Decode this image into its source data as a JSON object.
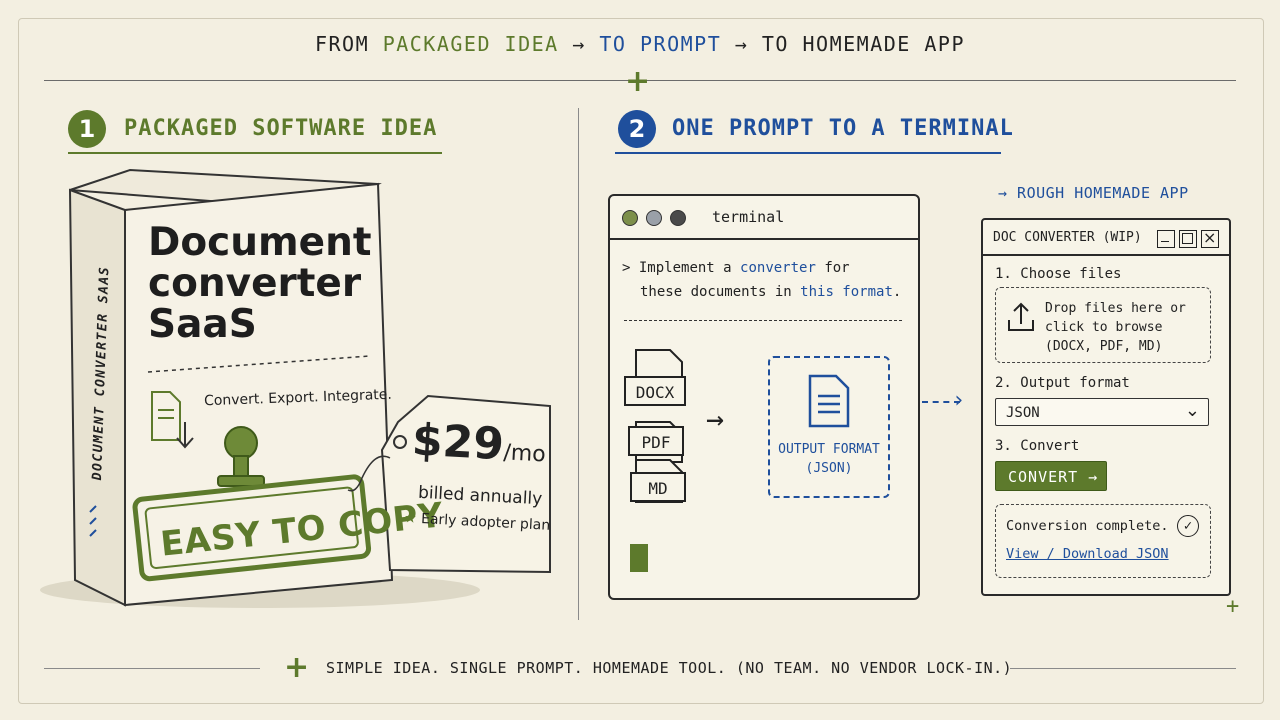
{
  "header": {
    "part1": "FROM",
    "part2": "PACKAGED IDEA",
    "arrow1": "→",
    "part3": "TO PROMPT",
    "arrow2": "→",
    "part4": "TO HOMEMADE APP"
  },
  "section1": {
    "number": "1",
    "title": "PACKAGED SOFTWARE IDEA",
    "box_spine": "DOCUMENT CONVERTER SAAS",
    "box_title_l1": "Document",
    "box_title_l2": "converter",
    "box_title_l3": "SaaS",
    "box_tagline": "Convert. Export. Integrate.",
    "stamp": "EASY TO COPY",
    "price": "$29",
    "price_unit": "/mo",
    "billing": "billed annually",
    "plan": "Early adopter plan"
  },
  "section2": {
    "number": "2",
    "title": "ONE PROMPT TO A TERMINAL",
    "terminal_title": "terminal",
    "prompt_symbol": ">",
    "prompt_l1_a": "Implement a",
    "prompt_l1_b": "converter",
    "prompt_l1_c": "for",
    "prompt_l2_a": "these documents in",
    "prompt_l2_b": "this format",
    "prompt_l2_c": ".",
    "input_files": [
      "DOCX",
      "PDF",
      "MD"
    ],
    "output_l1": "OUTPUT FORMAT",
    "output_l2": "(JSON)"
  },
  "app": {
    "label": "→ ROUGH HOMEMADE APP",
    "window_title": "DOC CONVERTER (WIP)",
    "step1": "1. Choose files",
    "drop_l1": "Drop files here or",
    "drop_l2": "click to browse",
    "drop_l3": "(DOCX, PDF, MD)",
    "step2": "2. Output format",
    "format_value": "JSON",
    "step3": "3. Convert",
    "convert_label": "CONVERT →",
    "status": "Conversion complete.",
    "link": "View / Download JSON"
  },
  "footer": {
    "text": "SIMPLE IDEA. SINGLE PROMPT. HOMEMADE TOOL. (NO TEAM. NO VENDOR LOCK-IN.)"
  },
  "colors": {
    "green": "#5d7a2c",
    "blue": "#1f4f9c",
    "paper": "#f3efe1",
    "ink": "#222222"
  }
}
